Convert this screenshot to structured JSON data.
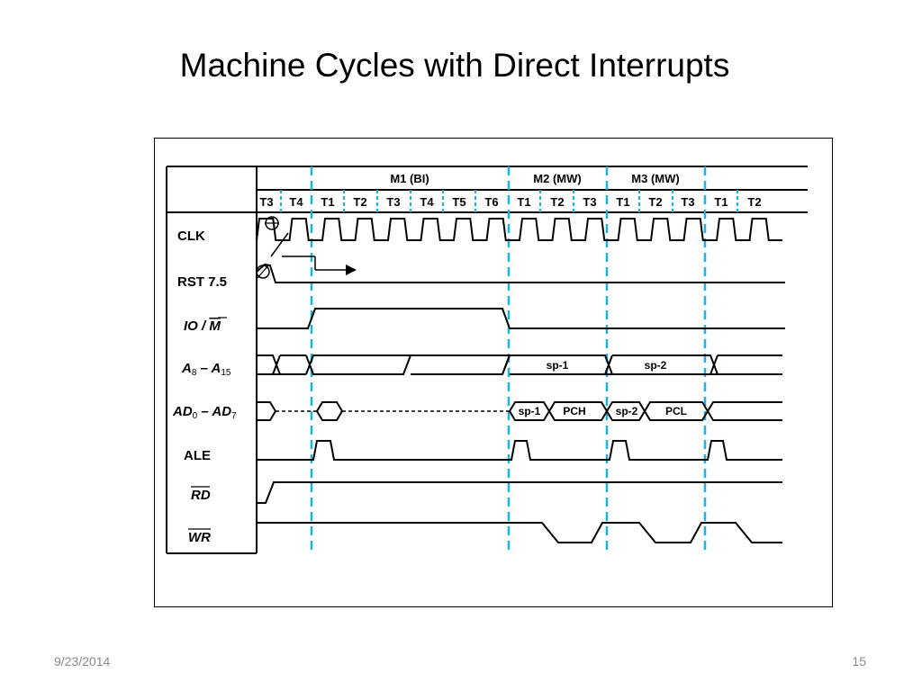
{
  "slide": {
    "title": "Machine Cycles with Direct Interrupts",
    "date": "9/23/2014",
    "page_number": "15"
  },
  "timing": {
    "machine_cycles": [
      {
        "label": "M1   (BI)"
      },
      {
        "label": "M2   (MW)"
      },
      {
        "label": "M3   (MW)"
      }
    ],
    "t_states": [
      "T3",
      "T4",
      "T1",
      "T2",
      "T3",
      "T4",
      "T5",
      "T6",
      "T1",
      "T2",
      "T3",
      "T1",
      "T2",
      "T3",
      "T1",
      "T2"
    ],
    "signals": {
      "clk": "CLK",
      "rst": "RST 7.5",
      "io_m": {
        "main": "IO / ",
        "bar": "M"
      },
      "addr_high": {
        "a": "A",
        "sub1": "8",
        "dash": " – ",
        "b": "A",
        "sub2": "15"
      },
      "addr_low": {
        "a": "AD",
        "sub1": "0",
        "dash": " – ",
        "b": "AD",
        "sub2": "7"
      },
      "ale": "ALE",
      "rd": "RD",
      "wr": "WR"
    },
    "bus_values": {
      "sp1": "sp-1",
      "sp2": "sp-2",
      "pch": "PCH",
      "pcl": "PCL"
    }
  }
}
